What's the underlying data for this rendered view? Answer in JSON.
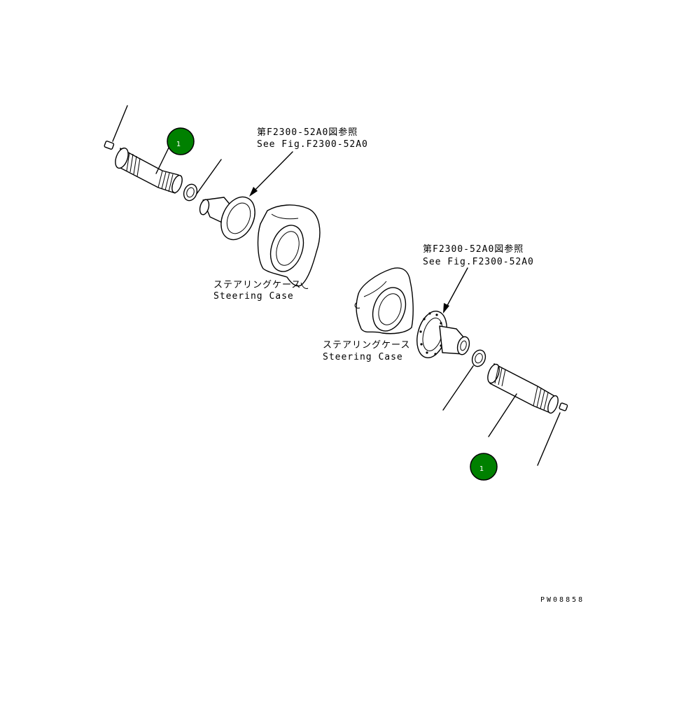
{
  "callouts": [
    {
      "number": "1",
      "fill": "#008000",
      "stroke": "#000000"
    },
    {
      "number": "1",
      "fill": "#008000",
      "stroke": "#000000"
    }
  ],
  "references": [
    {
      "line_jp": "第F2300-52A0図参照",
      "line_en": "See Fig.F2300-52A0"
    },
    {
      "line_jp": "第F2300-52A0図参照",
      "line_en": "See Fig.F2300-52A0"
    }
  ],
  "case_labels": [
    {
      "line_jp": "ステアリングケース",
      "line_en": "Steering Case"
    },
    {
      "line_jp": "ステアリングケース",
      "line_en": "Steering Case"
    }
  ],
  "figure_code": "PW08858"
}
